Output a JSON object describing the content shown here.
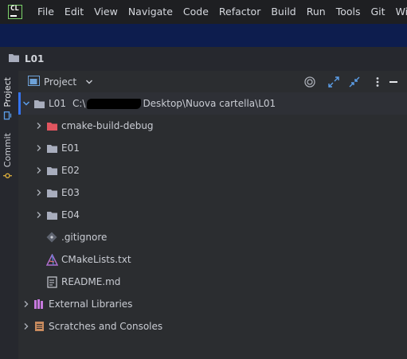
{
  "app": {
    "logo_text": "CL"
  },
  "menu": [
    "File",
    "Edit",
    "View",
    "Navigate",
    "Code",
    "Refactor",
    "Build",
    "Run",
    "Tools",
    "Git",
    "Wind"
  ],
  "breadcrumb": {
    "project": "L01"
  },
  "side_tabs": {
    "project": "Project",
    "commit": "Commit"
  },
  "toolwindow": {
    "title": "Project"
  },
  "tree": {
    "root": {
      "name": "L01",
      "path_prefix": "C:\\",
      "path_suffix": "Desktop\\Nuova cartella\\L01"
    },
    "children": [
      {
        "name": "cmake-build-debug",
        "type": "folder-excluded"
      },
      {
        "name": "E01",
        "type": "folder"
      },
      {
        "name": "E02",
        "type": "folder"
      },
      {
        "name": "E03",
        "type": "folder"
      },
      {
        "name": "E04",
        "type": "folder"
      },
      {
        "name": ".gitignore",
        "type": "gitignore"
      },
      {
        "name": "CMakeLists.txt",
        "type": "cmake"
      },
      {
        "name": "README.md",
        "type": "markdown"
      }
    ],
    "external_libraries": "External Libraries",
    "scratches": "Scratches and Consoles"
  },
  "colors": {
    "accent": "#3574f0",
    "navbar": "#0d1d4e",
    "excluded_folder": "#e0555f",
    "folder": "#a8adbd",
    "cmake": "#b06fd0",
    "libraries": "#c678dd",
    "scratches": "#c98b5e"
  }
}
